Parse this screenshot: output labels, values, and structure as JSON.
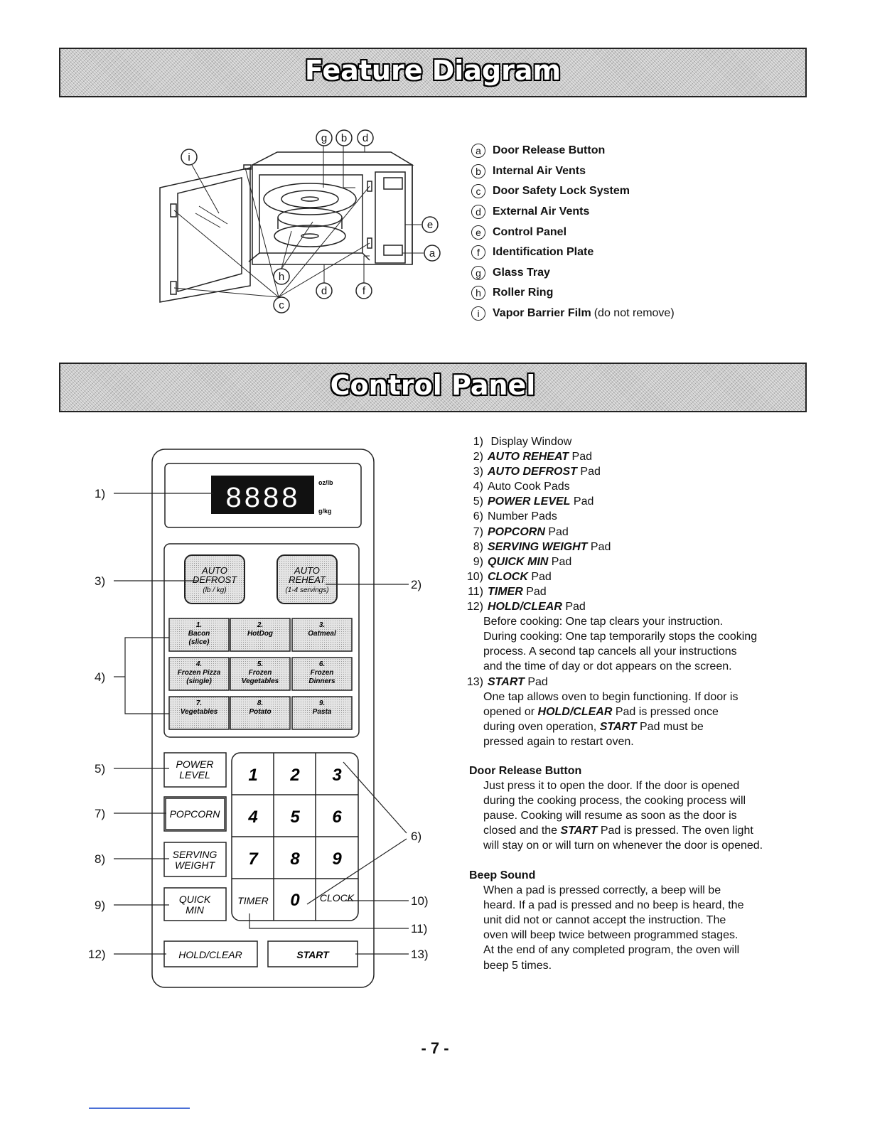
{
  "feature": {
    "title": "Feature Diagram",
    "legend": [
      {
        "letter": "a",
        "label": "Door Release Button",
        "note": ""
      },
      {
        "letter": "b",
        "label": "Internal Air Vents",
        "note": ""
      },
      {
        "letter": "c",
        "label": "Door Safety Lock System",
        "note": ""
      },
      {
        "letter": "d",
        "label": "External Air Vents",
        "note": ""
      },
      {
        "letter": "e",
        "label": "Control Panel",
        "note": ""
      },
      {
        "letter": "f",
        "label": "Identification Plate",
        "note": ""
      },
      {
        "letter": "g",
        "label": "Glass Tray",
        "note": ""
      },
      {
        "letter": "h",
        "label": "Roller Ring",
        "note": ""
      },
      {
        "letter": "i",
        "label": "Vapor Barrier Film",
        "note": "(do not remove)"
      }
    ]
  },
  "control": {
    "title": "Control Panel",
    "items": [
      {
        "num": "1)",
        "kw": "",
        "text": "Display Window"
      },
      {
        "num": "2)",
        "kw": "AUTO REHEAT",
        "text": "Pad"
      },
      {
        "num": "3)",
        "kw": "AUTO DEFROST",
        "text": "Pad"
      },
      {
        "num": "4)",
        "kw": "",
        "text": "Auto Cook Pads"
      },
      {
        "num": "5)",
        "kw": "POWER LEVEL",
        "text": "Pad"
      },
      {
        "num": "6)",
        "kw": "",
        "text": "Number Pads"
      },
      {
        "num": "7)",
        "kw": "POPCORN",
        "text": "Pad"
      },
      {
        "num": "8)",
        "kw": "SERVING WEIGHT",
        "text": "Pad"
      },
      {
        "num": "9)",
        "kw": "QUICK MIN",
        "text": "Pad"
      },
      {
        "num": "10)",
        "kw": "CLOCK",
        "text": "Pad"
      },
      {
        "num": "11)",
        "kw": "TIMER",
        "text": "Pad"
      },
      {
        "num": "12)",
        "kw": "HOLD/CLEAR",
        "text": "Pad"
      }
    ],
    "hold_desc": [
      "Before cooking: One tap clears your instruction.",
      "During cooking: One tap temporarily stops the cooking",
      "process. A second tap cancels all your instructions",
      "and the time of day or dot appears on the screen."
    ],
    "start_item": {
      "num": "13)",
      "kw": "START",
      "text": "Pad"
    },
    "start_desc": {
      "l1": "One tap allows oven to begin functioning. If door is",
      "l2a": "opened or",
      "l2kw": "HOLD/CLEAR",
      "l2b": "Pad is pressed once",
      "l3a": "during oven operation,",
      "l3kw": "START",
      "l3b": "Pad must be",
      "l4": "pressed again to restart oven."
    }
  },
  "door_release": {
    "title": "Door Release Button",
    "l1": "Just press it to open the door. If the door is opened",
    "l2": "during the cooking process, the cooking process will",
    "l3": "pause. Cooking will resume as soon as the door is",
    "l4a": "closed and the",
    "l4kw": "START",
    "l4b": "Pad is pressed. The oven light",
    "l5": "will stay on or will turn on whenever the door is opened."
  },
  "beep": {
    "title": "Beep Sound",
    "lines": [
      "When a pad is pressed correctly, a beep will be",
      "heard. If a pad is pressed and no beep is heard, the",
      "unit did not or cannot accept the instruction. The",
      "oven will beep twice between programmed stages.",
      "At the end of any completed program, the oven will",
      "beep 5 times."
    ]
  },
  "diagram": {
    "display_digits": "8888",
    "unit_oz": "oz/lb",
    "unit_g": "g/kg",
    "auto_defrost": [
      "AUTO",
      "DEFROST",
      "(lb / kg)"
    ],
    "auto_reheat": [
      "AUTO",
      "REHEAT",
      "(1-4 servings)"
    ],
    "auto_cook": [
      [
        "1.",
        "Bacon",
        "(slice)"
      ],
      [
        "2.",
        "HotDog",
        ""
      ],
      [
        "3.",
        "Oatmeal",
        ""
      ],
      [
        "4.",
        "Frozen Pizza",
        "(single)"
      ],
      [
        "5.",
        "Frozen",
        "Vegetables"
      ],
      [
        "6.",
        "Frozen",
        "Dinners"
      ],
      [
        "7.",
        "Vegetables",
        ""
      ],
      [
        "8.",
        "Potato",
        ""
      ],
      [
        "9.",
        "Pasta",
        ""
      ]
    ],
    "power_level": [
      "POWER",
      "LEVEL"
    ],
    "popcorn": "POPCORN",
    "serving_weight": [
      "SERVING",
      "WEIGHT"
    ],
    "quick_min": [
      "QUICK",
      "MIN"
    ],
    "numbers": [
      "1",
      "2",
      "3",
      "4",
      "5",
      "6",
      "7",
      "8",
      "9"
    ],
    "zero": "0",
    "timer": "TIMER",
    "clock": "CLOCK",
    "hold_clear": "HOLD/CLEAR",
    "start": "START",
    "callouts": [
      "1)",
      "2)",
      "3)",
      "4)",
      "5)",
      "6)",
      "7)",
      "8)",
      "9)",
      "10)",
      "11)",
      "12)",
      "13)"
    ]
  },
  "page_number": "- 7 -"
}
